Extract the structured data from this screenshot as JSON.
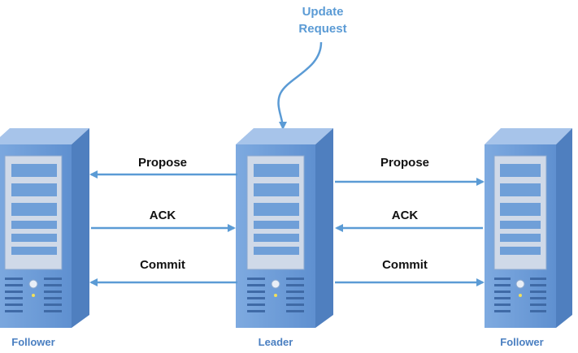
{
  "request": {
    "line1": "Update",
    "line2": "Request"
  },
  "nodes": {
    "left": {
      "role": "Follower"
    },
    "center": {
      "role": "Leader"
    },
    "right": {
      "role": "Follower"
    }
  },
  "messages": {
    "left": {
      "propose": "Propose",
      "ack": "ACK",
      "commit": "Commit"
    },
    "right": {
      "propose": "Propose",
      "ack": "ACK",
      "commit": "Commit"
    }
  },
  "colors": {
    "arrow": "#5b9bd5",
    "server_front": "#6f9fd8",
    "server_side": "#4f7fbf",
    "server_top": "#a7c4ea",
    "panel": "#cfd9e8",
    "label_text": "#111111",
    "role_text": "#4a7fc1"
  }
}
